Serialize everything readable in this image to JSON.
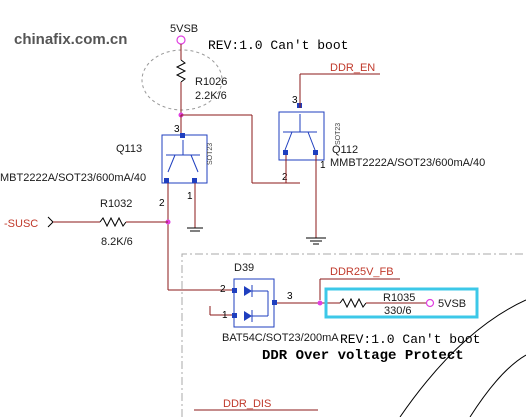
{
  "watermark": "chinafix.com.cn",
  "nets": {
    "vsb_top": "5VSB",
    "ddr_en": "DDR_EN",
    "susc": "-SUSC",
    "ddr25v_fb": "DDR25V_FB",
    "vsb_right": "5VSB",
    "ddr_dis": "DDR_DIS"
  },
  "notes": {
    "rev_top": "REV:1.0 Can't boot",
    "rev_bottom": "REV:1.0 Can't boot",
    "ddr_protect": "DDR Over voltage Protect"
  },
  "components": {
    "r1026_ref": "R1026",
    "r1026_val": "2.2K/6",
    "q113_ref": "Q113",
    "q113_part": "MBT2222A/SOT23/600mA/40",
    "q113_pkg": "SOT23",
    "q112_ref": "Q112",
    "q112_part": "MMBT2222A/SOT23/600mA/40",
    "q112_pkg": "SOT23",
    "r1032_ref": "R1032",
    "r1032_val": "8.2K/6",
    "d39_ref": "D39",
    "d39_part": "BAT54C/SOT23/200mA",
    "r1035_ref": "R1035",
    "r1035_val": "330/6"
  },
  "pins": {
    "q113_c": "3",
    "q113_b": "1",
    "q113_e": "2",
    "q112_c": "3",
    "q112_b": "1",
    "q112_e": "2",
    "d39_a1": "2",
    "d39_a2": "1",
    "d39_k": "3"
  },
  "colors": {
    "wire": "#8b1a1a",
    "junction": "#e040e0",
    "symbol": "#1f3fbf",
    "highlight": "#3cc8e8",
    "net_label": "#c0392b"
  }
}
